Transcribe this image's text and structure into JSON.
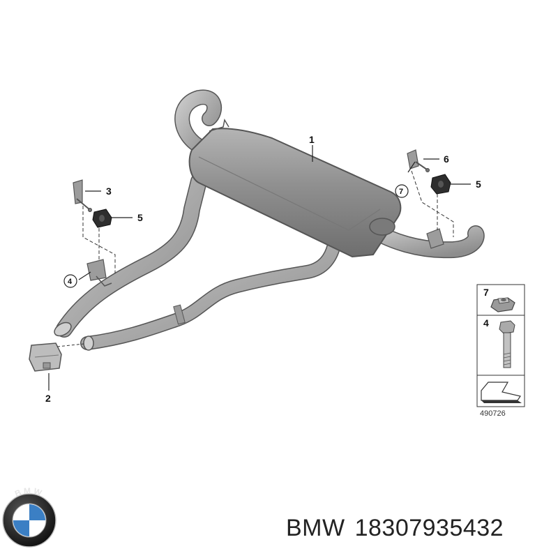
{
  "diagram": {
    "callouts": {
      "c1": "1",
      "c2": "2",
      "c3": "3",
      "c4": "4",
      "c5a": "5",
      "c5b": "5",
      "c6": "6",
      "c7": "7"
    },
    "legend": {
      "item_a": "7",
      "item_b": "4"
    },
    "reference_number": "490726"
  },
  "footer": {
    "brand": "BMW",
    "part_number": "18307935432"
  },
  "colors": {
    "pipe": "#a9a9a9",
    "muffler": "#8c8c8c",
    "outline": "#555555",
    "rubber": "#2e2e2e"
  },
  "logo": {
    "text": "BMW"
  }
}
